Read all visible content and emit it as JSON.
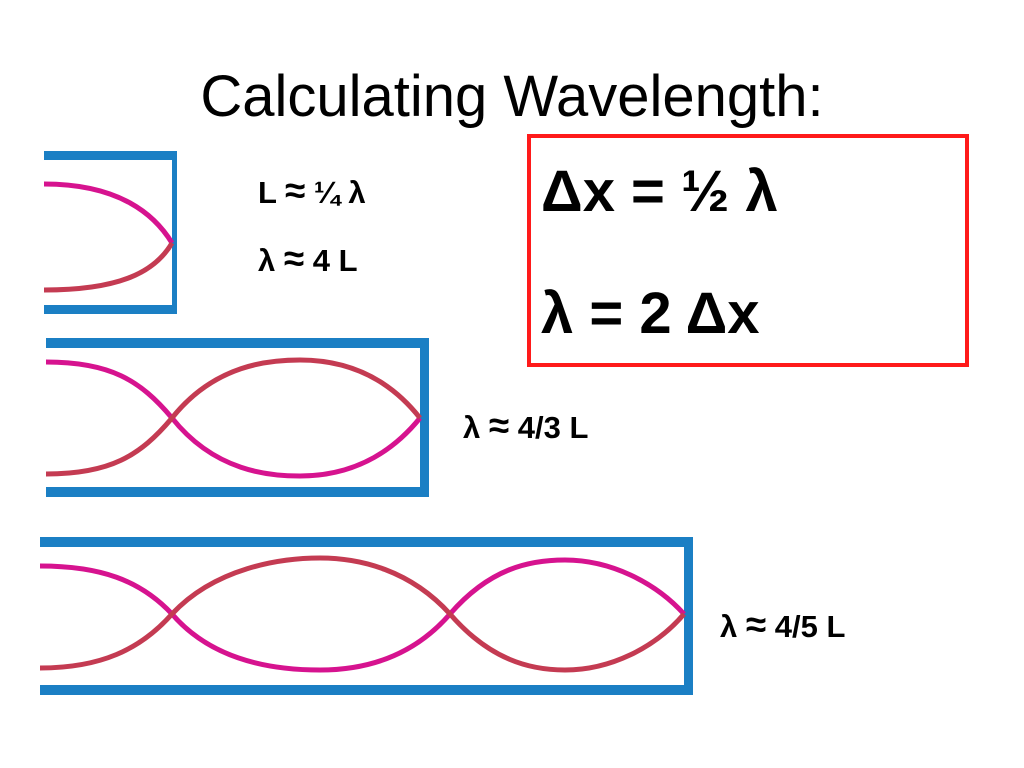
{
  "title": "Calculating Wavelength:",
  "colors": {
    "tube": "#1b7fc4",
    "wave_a": "#d6138f",
    "wave_b": "#c43b52",
    "box": "#ff1a1a"
  },
  "tubes": [
    {
      "name": "tube-1",
      "half_loops": 1,
      "label_lines": [
        {
          "left": "L ",
          "approx": "≈",
          "right": " ¼ λ"
        },
        {
          "left": "λ ",
          "approx": "≈",
          "right": " 4 L"
        }
      ]
    },
    {
      "name": "tube-2",
      "half_loops": 3,
      "label_lines": [
        {
          "left": "λ ",
          "approx": "≈",
          "right": " 4/3 L"
        }
      ]
    },
    {
      "name": "tube-3",
      "half_loops": 5,
      "label_lines": [
        {
          "left": "λ ",
          "approx": "≈",
          "right": " 4/5 L"
        }
      ]
    }
  ],
  "formulas": {
    "line1": "Δx = ½ λ",
    "line2": "λ  = 2 Δx"
  }
}
